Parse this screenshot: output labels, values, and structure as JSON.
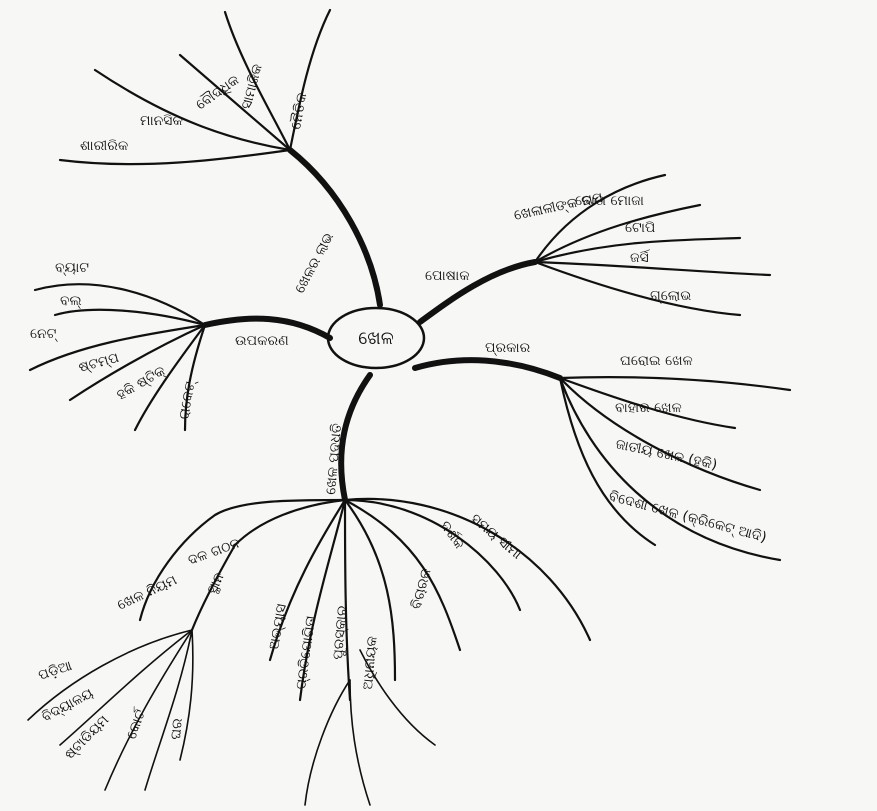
{
  "center": {
    "label": "ଖେଳ"
  },
  "branches": [
    {
      "key": "top",
      "label": "ଖେଳର ଲାଭ",
      "children": [
        "ଶାରୀରିକ",
        "ମାନସିକ",
        "ବୌଦ୍ଧିକ",
        "ସାମାଜିକ",
        "ନୈତିକ"
      ]
    },
    {
      "key": "upper-right",
      "label": "ପୋଷାକ",
      "children": [
        "ଖେଳାଳୀଙ୍କ ନାମ",
        "ଜୋତା ମୋଜା",
        "ଟୋପି",
        "ଜର୍ସି",
        "ଗ୍ଲୋଭ"
      ]
    },
    {
      "key": "left",
      "label": "ଉପକରଣ",
      "children": [
        "ବ୍ୟାଟ",
        "ବଲ୍",
        "ନେଟ୍",
        "ଷ୍ଟମ୍ପ",
        "ହକି ଷ୍ଟିକ୍",
        "ରାକେଟ୍"
      ]
    },
    {
      "key": "right",
      "label": "ପ୍ରକାର",
      "children": [
        "ଘରୋଇ ଖେଳ",
        "ବାହାର ଖେଳ",
        "ଜାତୀୟ ଖେଳ (ହକି)",
        "ବିଦେଶୀ ଖେଳ (କ୍ରିକେଟ୍ ଆଦି)"
      ]
    },
    {
      "key": "bottom",
      "label": "ଖେଳ ପଦ୍ଧତି",
      "children": [
        "ଖେଳ ନିୟମ",
        "ଦଳ ଗଠନ",
        "ଅଭ୍ୟାସ",
        "ପ୍ରତିଯୋଗିତା",
        "ପୁରସ୍କାର",
        "ଅଧିନାୟକ",
        "ବିଚାରକ",
        "ଦର୍ଶକ",
        "ସମୟ ସୀମା"
      ]
    },
    {
      "key": "lower-left",
      "label": "ସ୍ଥାନ",
      "children": [
        "ପଡ଼ିଆ",
        "ବିଦ୍ୟାଳୟ",
        "ଷ୍ଟାଡିୟମ",
        "କୋର୍ଟ",
        "ଘର"
      ]
    }
  ],
  "colors": {
    "ink": "#111111",
    "paper": "#f7f7f5"
  }
}
